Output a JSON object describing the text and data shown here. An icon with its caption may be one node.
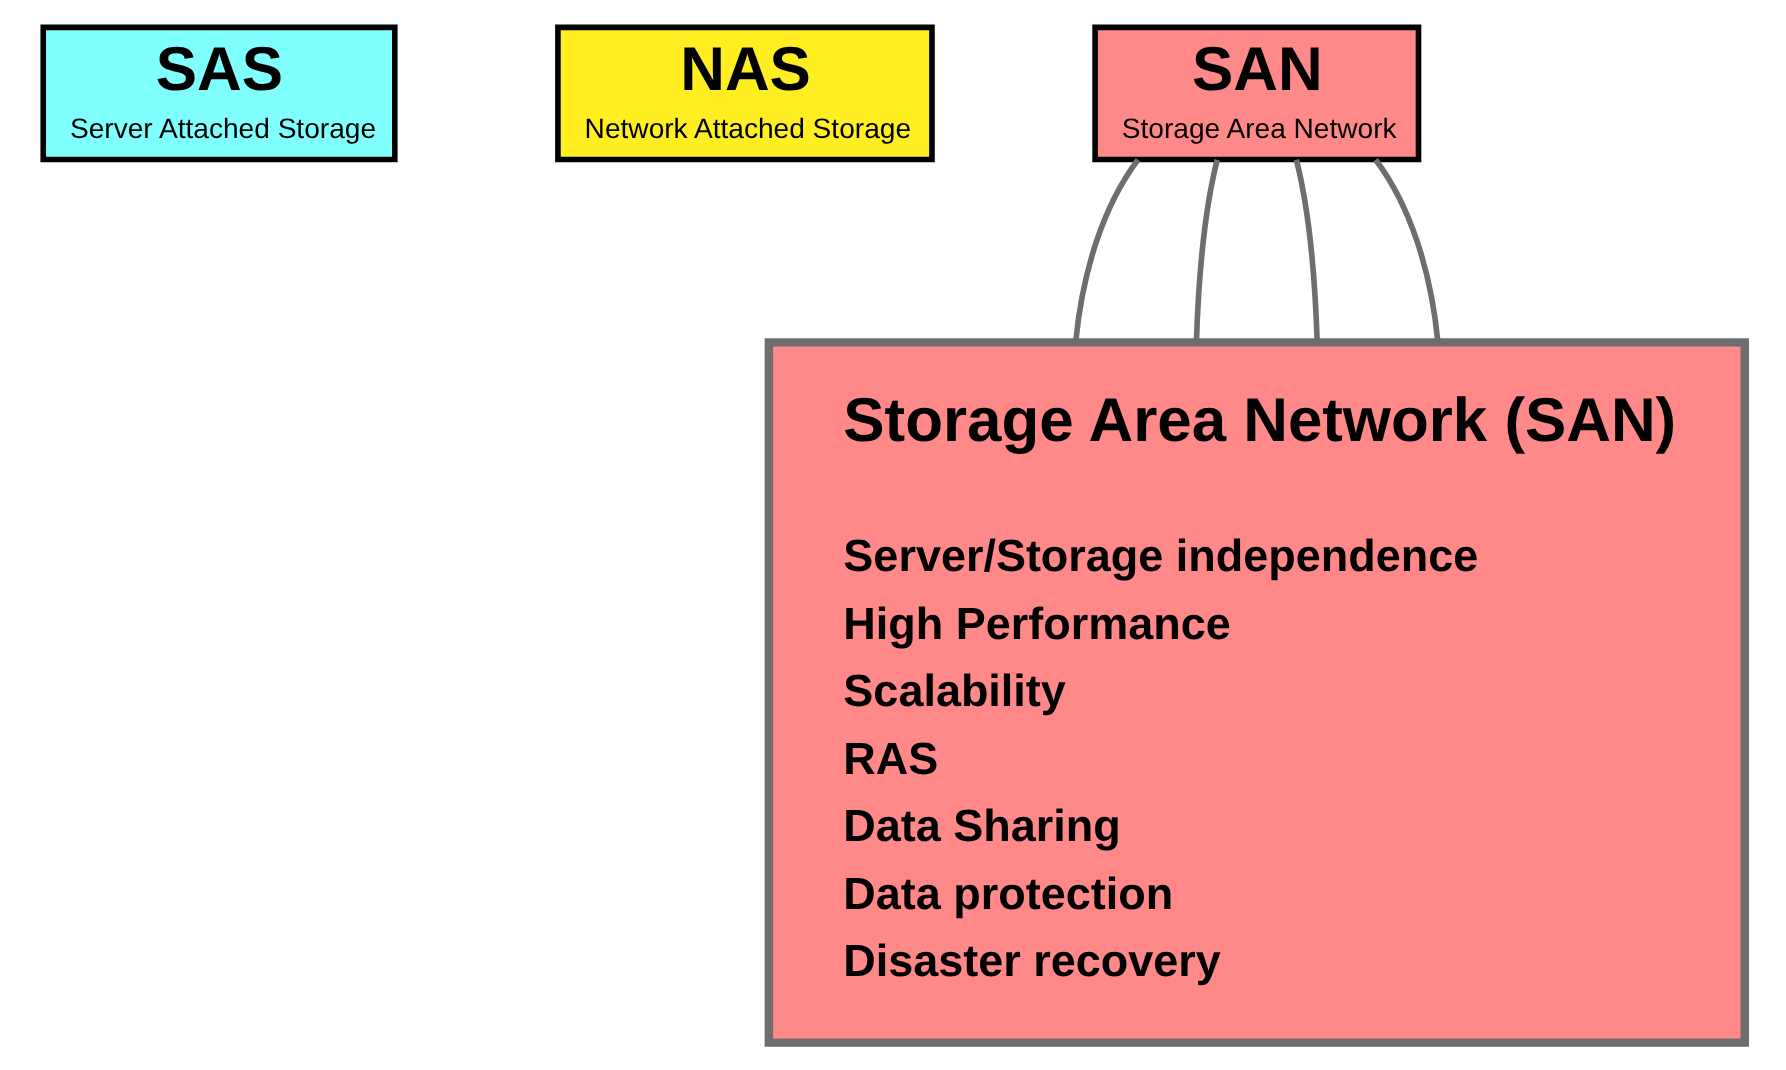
{
  "diagram": {
    "nodes": [
      {
        "text": [
          "SAS",
          "Server Attached Storage"
        ]
      },
      {
        "text": [
          "NAS",
          "Network Attached Storage"
        ]
      },
      {
        "text": [
          "SAN",
          "Storage Area Network"
        ]
      },
      {
        "text": [
          "Storage Area Network (SAN)",
          "Server/Storage independence",
          "High Performance",
          "Scalability",
          "RAS",
          "Data Sharing",
          "Data protection",
          "Disaster recovery"
        ]
      }
    ],
    "edges": [
      {
        "from": 2,
        "to": 3,
        "arrow": "none",
        "color": "#6e6e6e"
      },
      {
        "from": 2,
        "to": 3,
        "arrow": "none",
        "color": "#6e6e6e"
      },
      {
        "from": 2,
        "to": 3,
        "arrow": "none",
        "color": "#6e6e6e"
      },
      {
        "from": 2,
        "to": 3,
        "arrow": "none",
        "color": "#6e6e6e"
      }
    ]
  }
}
